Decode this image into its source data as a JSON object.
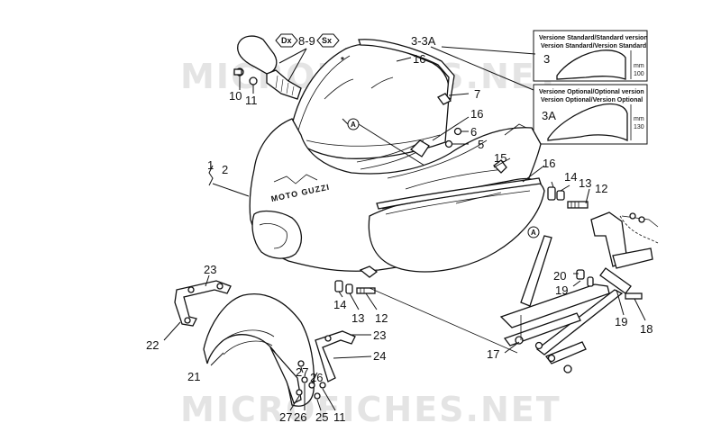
{
  "watermark": {
    "text": "MICROFICHES.NET"
  },
  "badges": [
    {
      "name": "right-side-badge",
      "text": "Dx"
    },
    {
      "name": "left-side-badge",
      "text": "Sx"
    },
    {
      "name": "reference-a-badge",
      "text": "A"
    }
  ],
  "callouts": {
    "mirror_numbers": "8-9",
    "windscreen": "3-3A",
    "n1": "1",
    "n2": "2",
    "n5": "5",
    "n6": "6",
    "n7": "7",
    "n10": "10",
    "n11a": "11",
    "n11b": "11",
    "n12a": "12",
    "n12b": "12",
    "n13a": "13",
    "n13b": "13",
    "n14a": "14",
    "n14b": "14",
    "n15": "15",
    "n16a": "16",
    "n16b": "16",
    "n16c": "16",
    "n17": "17",
    "n18": "18",
    "n19a": "19",
    "n19b": "19",
    "n20": "20",
    "n21": "21",
    "n22": "22",
    "n23a": "23",
    "n23b": "23",
    "n24": "24",
    "n25": "25",
    "n26a": "26",
    "n26b": "26",
    "n27a": "27",
    "n27b": "27"
  },
  "fairing_logo": "MOTO GUZZI",
  "inset_standard": {
    "line1": "Versione Standard/Standard version",
    "line2": "Version Standard/Version Standard",
    "part": "3",
    "mm_label": "mm",
    "mm_value": "100"
  },
  "inset_optional": {
    "line1": "Versione Optional/Optional version",
    "line2": "Version Optional/Version Optional",
    "part": "3A",
    "mm_label": "mm",
    "mm_value": "130"
  }
}
